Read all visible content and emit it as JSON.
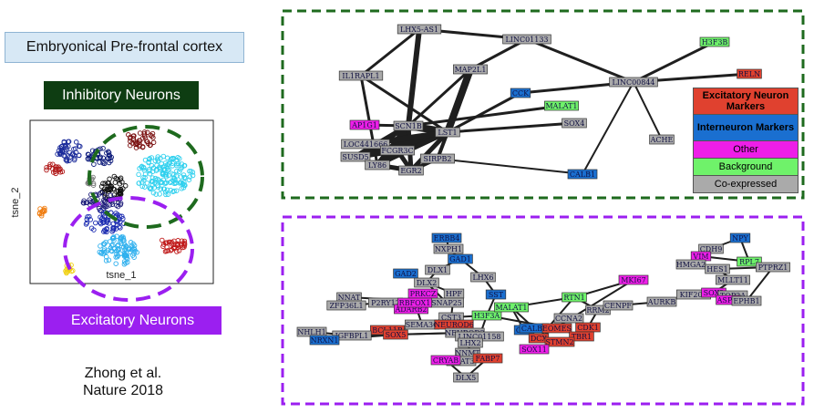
{
  "header": {
    "title": "Embryonical Pre-frontal cortex",
    "inhibitory_label": "Inhibitory Neurons",
    "excitatory_label": "Excitatory Neurons"
  },
  "tsne": {
    "y_axis_label": "tsne_2",
    "x_axis_label": "tsne_1"
  },
  "citation": {
    "line1": "Zhong et al.",
    "line2": "Nature 2018"
  },
  "legend": {
    "items": [
      {
        "label": "Excitatory Neuron Markers",
        "color": "#e0412f",
        "text_color": "#000000"
      },
      {
        "label": "Interneuron Markers",
        "color": "#1a6fd0",
        "text_color": "#000000"
      },
      {
        "label": "Other",
        "color": "#ee1ee8",
        "text_color": "#000000"
      },
      {
        "label": "Background",
        "color": "#6ff26a",
        "text_color": "#000000"
      },
      {
        "label": "Co-expressed",
        "color": "#aaaaaa",
        "text_color": "#000000"
      }
    ]
  },
  "colors": {
    "inhibitory_dash": "#1e6a1e",
    "excitatory_dash": "#9b1ff0",
    "excitatory": "#e0412f",
    "interneuron": "#1a6fd0",
    "other": "#ee1ee8",
    "background": "#6ff26a",
    "coexpressed": "#aaaaaa"
  },
  "top_network": {
    "nodes": [
      {
        "id": "LHX5-AS1",
        "label": "LHX5-AS1",
        "cat": "coexpressed"
      },
      {
        "id": "LINC01133",
        "label": "LINC01133",
        "cat": "coexpressed"
      },
      {
        "id": "H3F3B",
        "label": "H3F3B",
        "cat": "background"
      },
      {
        "id": "IL1RAP",
        "label": "IL1RAPL1",
        "cat": "coexpressed"
      },
      {
        "id": "MAP2L1",
        "label": "MAP2L1",
        "cat": "coexpressed"
      },
      {
        "id": "RELN",
        "label": "RELN",
        "cat": "excitatory"
      },
      {
        "id": "LINC00844",
        "label": "LINC00844",
        "cat": "coexpressed"
      },
      {
        "id": "CCK",
        "label": "CCK",
        "cat": "interneuron"
      },
      {
        "id": "MALAT1",
        "label": "MALAT1",
        "cat": "background"
      },
      {
        "id": "SOX4",
        "label": "SOX4",
        "cat": "coexpressed"
      },
      {
        "id": "AP1G",
        "label": "AP1G1",
        "cat": "other"
      },
      {
        "id": "SCN1B",
        "label": "SCN1B",
        "cat": "coexpressed"
      },
      {
        "id": "LST1",
        "label": "LST1",
        "cat": "coexpressed"
      },
      {
        "id": "LOC441666",
        "label": "LOC441666",
        "cat": "coexpressed"
      },
      {
        "id": "FCGR3",
        "label": "FCGR3C",
        "cat": "coexpressed"
      },
      {
        "id": "SUSD5",
        "label": "SUSD5",
        "cat": "coexpressed"
      },
      {
        "id": "LY86",
        "label": "LY86",
        "cat": "coexpressed"
      },
      {
        "id": "SIRPB2",
        "label": "SIRPB2",
        "cat": "coexpressed"
      },
      {
        "id": "EGR2",
        "label": "EGR2",
        "cat": "coexpressed"
      },
      {
        "id": "ACHE",
        "label": "ACHE",
        "cat": "coexpressed"
      },
      {
        "id": "CALB1",
        "label": "CALB1",
        "cat": "interneuron"
      }
    ],
    "edges": [
      [
        "LHX5-AS1",
        "LINC01133",
        3
      ],
      [
        "LHX5-AS1",
        "IL1RAP",
        3
      ],
      [
        "LHX5-AS1",
        "SCN1B",
        6
      ],
      [
        "LINC01133",
        "MAP2L1",
        3
      ],
      [
        "LINC01133",
        "LINC00844",
        3
      ],
      [
        "LINC00844",
        "RELN",
        3
      ],
      [
        "LINC00844",
        "H3F3B",
        3
      ],
      [
        "LINC00844",
        "CCK",
        3
      ],
      [
        "LINC00844",
        "ACHE",
        2
      ],
      [
        "LINC00844",
        "CALB1",
        2
      ],
      [
        "MAP2L1",
        "LST1",
        8
      ],
      [
        "MAP2L1",
        "SCN1B",
        3
      ],
      [
        "IL1RAP",
        "LST1",
        3
      ],
      [
        "IL1RAP",
        "LY86",
        3
      ],
      [
        "CCK",
        "LST1",
        3
      ],
      [
        "MALAT1",
        "SCN1B",
        3
      ],
      [
        "SOX4",
        "LST1",
        3
      ],
      [
        "SCN1B",
        "LST1",
        8
      ],
      [
        "SCN1B",
        "FCGR3",
        6
      ],
      [
        "SCN1B",
        "SUSD5",
        6
      ],
      [
        "SCN1B",
        "LY86",
        6
      ],
      [
        "SCN1B",
        "EGR2",
        5
      ],
      [
        "LST1",
        "FCGR3",
        6
      ],
      [
        "LST1",
        "SUSD5",
        6
      ],
      [
        "LST1",
        "EGR2",
        5
      ],
      [
        "LST1",
        "LY86",
        5
      ],
      [
        "LST1",
        "SIRPB2",
        4
      ],
      [
        "LST1",
        "LOC441666",
        6
      ],
      [
        "FCGR3",
        "SUSD5",
        6
      ],
      [
        "FCGR3",
        "LY86",
        6
      ],
      [
        "FCGR3",
        "EGR2",
        5
      ],
      [
        "SIRPB2",
        "EGR2",
        4
      ],
      [
        "SIRPB2",
        "CALB1",
        2
      ],
      [
        "LY86",
        "EGR2",
        5
      ],
      [
        "AP1G",
        "SCN1B",
        3
      ]
    ]
  },
  "bottom_network": {
    "nodes": [
      {
        "id": "ERBB4",
        "label": "ERBB4",
        "cat": "interneuron"
      },
      {
        "id": "NXPH1",
        "label": "NXPH1",
        "cat": "coexpressed"
      },
      {
        "id": "GAD1",
        "label": "GAD1",
        "cat": "interneuron"
      },
      {
        "id": "DLX1",
        "label": "DLX1",
        "cat": "coexpressed"
      },
      {
        "id": "LHX6",
        "label": "LHX6",
        "cat": "coexpressed"
      },
      {
        "id": "GAD2",
        "label": "GAD2",
        "cat": "interneuron"
      },
      {
        "id": "DLX2",
        "label": "DLX2",
        "cat": "coexpressed"
      },
      {
        "id": "SST",
        "label": "SST",
        "cat": "interneuron"
      },
      {
        "id": "PRKCZ",
        "label": "PRKCZ",
        "cat": "other"
      },
      {
        "id": "HPF",
        "label": "HPF",
        "cat": "coexpressed"
      },
      {
        "id": "SNAP25",
        "label": "SNAP25",
        "cat": "coexpressed"
      },
      {
        "id": "NNAT",
        "label": "NNAT",
        "cat": "coexpressed"
      },
      {
        "id": "ZFP36L1",
        "label": "ZFP36L1",
        "cat": "coexpressed"
      },
      {
        "id": "P2RY12",
        "label": "P2RY12",
        "cat": "coexpressed"
      },
      {
        "id": "ADARB2",
        "label": "ADARB2",
        "cat": "other"
      },
      {
        "id": "RBFOX",
        "label": "RBFOX1",
        "cat": "other"
      },
      {
        "id": "SEMA3C",
        "label": "SEMA3C",
        "cat": "coexpressed"
      },
      {
        "id": "CST3",
        "label": "CST3",
        "cat": "coexpressed"
      },
      {
        "id": "H3F3A",
        "label": "H3F3A",
        "cat": "background"
      },
      {
        "id": "MALAT1",
        "label": "MALAT1",
        "cat": "background"
      },
      {
        "id": "RTN1",
        "label": "RTN1",
        "cat": "background"
      },
      {
        "id": "RRM2",
        "label": "RRM2",
        "cat": "coexpressed"
      },
      {
        "id": "MKI67",
        "label": "MKI67",
        "cat": "other"
      },
      {
        "id": "CENPF",
        "label": "CENPF",
        "cat": "coexpressed"
      },
      {
        "id": "AURKB",
        "label": "AURKB",
        "cat": "coexpressed"
      },
      {
        "id": "CDK1",
        "label": "CDK1",
        "cat": "excitatory"
      },
      {
        "id": "CCNA2",
        "label": "CCNA2",
        "cat": "coexpressed"
      },
      {
        "id": "CCK",
        "label": "CCK",
        "cat": "interneuron"
      },
      {
        "id": "CALB2",
        "label": "CALB2",
        "cat": "interneuron"
      },
      {
        "id": "EOMES",
        "label": "EOMES",
        "cat": "excitatory"
      },
      {
        "id": "TBR1",
        "label": "TBR1",
        "cat": "excitatory"
      },
      {
        "id": "NEUROD6",
        "label": "NEUROD6",
        "cat": "excitatory"
      },
      {
        "id": "BCL11B",
        "label": "BCL11B",
        "cat": "excitatory"
      },
      {
        "id": "NEUROD2",
        "label": "NEUROD2",
        "cat": "coexpressed"
      },
      {
        "id": "NHLH1",
        "label": "NHLH1",
        "cat": "coexpressed"
      },
      {
        "id": "SOX5",
        "label": "SOX5",
        "cat": "excitatory"
      },
      {
        "id": "IGFBPL1",
        "label": "IGFBPL1",
        "cat": "coexpressed"
      },
      {
        "id": "NRXN",
        "label": "NRXN1",
        "cat": "interneuron"
      },
      {
        "id": "LINC01158",
        "label": "LINC01158",
        "cat": "coexpressed"
      },
      {
        "id": "LHX2",
        "label": "LHX2",
        "cat": "coexpressed"
      },
      {
        "id": "NNMT",
        "label": "NNMT",
        "cat": "coexpressed"
      },
      {
        "id": "GNAT",
        "label": "GNAT3",
        "cat": "coexpressed"
      },
      {
        "id": "CRYAB",
        "label": "CRYAB",
        "cat": "other"
      },
      {
        "id": "FABP7",
        "label": "FABP7",
        "cat": "excitatory"
      },
      {
        "id": "DLX5",
        "label": "DLX5",
        "cat": "coexpressed"
      },
      {
        "id": "NPY",
        "label": "NPY",
        "cat": "interneuron"
      },
      {
        "id": "CDH9",
        "label": "CDH9",
        "cat": "coexpressed"
      },
      {
        "id": "VIM",
        "label": "VIM",
        "cat": "other"
      },
      {
        "id": "RPL7",
        "label": "RPL7",
        "cat": "background"
      },
      {
        "id": "HMGA2",
        "label": "HMGA2",
        "cat": "coexpressed"
      },
      {
        "id": "HES1",
        "label": "HES1",
        "cat": "coexpressed"
      },
      {
        "id": "PTPRZ",
        "label": "PTPRZ1",
        "cat": "coexpressed"
      },
      {
        "id": "MLLT11",
        "label": "MLLT11",
        "cat": "coexpressed"
      },
      {
        "id": "KIF20A",
        "label": "KIF20A",
        "cat": "coexpressed"
      },
      {
        "id": "SOX2",
        "label": "SOX2",
        "cat": "other"
      },
      {
        "id": "TOP2A",
        "label": "TOP2A",
        "cat": "coexpressed"
      },
      {
        "id": "ASPM",
        "label": "ASPM",
        "cat": "other"
      },
      {
        "id": "DCX",
        "label": "DCX",
        "cat": "excitatory"
      },
      {
        "id": "STMN2",
        "label": "STMN2",
        "cat": "excitatory"
      },
      {
        "id": "SOX11",
        "label": "SOX11",
        "cat": "other"
      },
      {
        "id": "EPHB",
        "label": "EPHB1",
        "cat": "coexpressed"
      }
    ],
    "edges": [
      [
        "ERBB4",
        "NXPH1",
        2
      ],
      [
        "NXPH1",
        "GAD1",
        2
      ],
      [
        "GAD1",
        "DLX1",
        2
      ],
      [
        "GAD1",
        "LHX6",
        2
      ],
      [
        "DLX1",
        "DLX2",
        2
      ],
      [
        "GAD2",
        "DLX2",
        2
      ],
      [
        "DLX2",
        "SNAP25",
        2
      ],
      [
        "LHX6",
        "SST",
        2
      ],
      [
        "SST",
        "H3F3A",
        2
      ],
      [
        "DLX2",
        "HPF",
        2
      ],
      [
        "HPF",
        "CST3",
        2
      ],
      [
        "PRKCZ",
        "SNAP25",
        2
      ],
      [
        "NNAT",
        "SNAP25",
        2
      ],
      [
        "ZFP36L1",
        "P2RY12",
        2
      ],
      [
        "P2RY12",
        "SNAP25",
        2
      ],
      [
        "ADARB2",
        "RBFOX",
        2
      ],
      [
        "RBFOX",
        "SEMA3C",
        2
      ],
      [
        "SEMA3C",
        "CST3",
        2
      ],
      [
        "CST3",
        "H3F3A",
        2
      ],
      [
        "H3F3A",
        "MALAT1",
        2
      ],
      [
        "MALAT1",
        "RTN1",
        2
      ],
      [
        "MALAT1",
        "CCK",
        2
      ],
      [
        "MALAT1",
        "CALB2",
        2
      ],
      [
        "RTN1",
        "RRM2",
        2
      ],
      [
        "RTN1",
        "MKI67",
        2
      ],
      [
        "RRM2",
        "CENPF",
        2
      ],
      [
        "CENPF",
        "AURKB",
        2
      ],
      [
        "AURKB",
        "KIF20A",
        2
      ],
      [
        "RRM2",
        "CDK1",
        2
      ],
      [
        "CDK1",
        "CCNA2",
        2
      ],
      [
        "CCNA2",
        "EOMES",
        2
      ],
      [
        "EOMES",
        "TBR1",
        2
      ],
      [
        "H3F3A",
        "EOMES",
        2
      ],
      [
        "CALB2",
        "EOMES",
        2
      ],
      [
        "CST3",
        "NEUROD6",
        2
      ],
      [
        "NEUROD6",
        "BCL11B",
        2
      ],
      [
        "NEUROD6",
        "NEUROD2",
        2
      ],
      [
        "NEUROD2",
        "SOX5",
        2
      ],
      [
        "NEUROD2",
        "IGFBPL1",
        2
      ],
      [
        "IGFBPL1",
        "NHLH1",
        2
      ],
      [
        "NHLH1",
        "NRXN",
        2
      ],
      [
        "NRXN",
        "SOX5",
        2
      ],
      [
        "H3F3A",
        "LINC01158",
        2
      ],
      [
        "LINC01158",
        "LHX2",
        2
      ],
      [
        "LHX2",
        "NNMT",
        2
      ],
      [
        "NNMT",
        "GNAT",
        2
      ],
      [
        "GNAT",
        "CRYAB",
        2
      ],
      [
        "GNAT",
        "FABP7",
        2
      ],
      [
        "FABP7",
        "DLX5",
        2
      ],
      [
        "CRYAB",
        "DLX5",
        2
      ],
      [
        "KIF20A",
        "SOX2",
        2
      ],
      [
        "KIF20A",
        "TOP2A",
        2
      ],
      [
        "TOP2A",
        "ASPM",
        2
      ],
      [
        "SOX2",
        "MLLT11",
        2
      ],
      [
        "MLLT11",
        "HES1",
        2
      ],
      [
        "HES1",
        "HMGA2",
        2
      ],
      [
        "HMGA2",
        "VIM",
        2
      ],
      [
        "VIM",
        "RPL7",
        2
      ],
      [
        "RPL7",
        "NPY",
        2
      ],
      [
        "NPY",
        "CDH9",
        2
      ],
      [
        "CDH9",
        "HMGA2",
        2
      ],
      [
        "HES1",
        "PTPRZ",
        2
      ],
      [
        "PTPRZ",
        "EPHB",
        2
      ],
      [
        "MKI67",
        "DCX",
        2
      ],
      [
        "DCX",
        "STMN2",
        2
      ],
      [
        "STMN2",
        "SOX11",
        2
      ],
      [
        "RTN1",
        "DCX",
        2
      ]
    ]
  }
}
